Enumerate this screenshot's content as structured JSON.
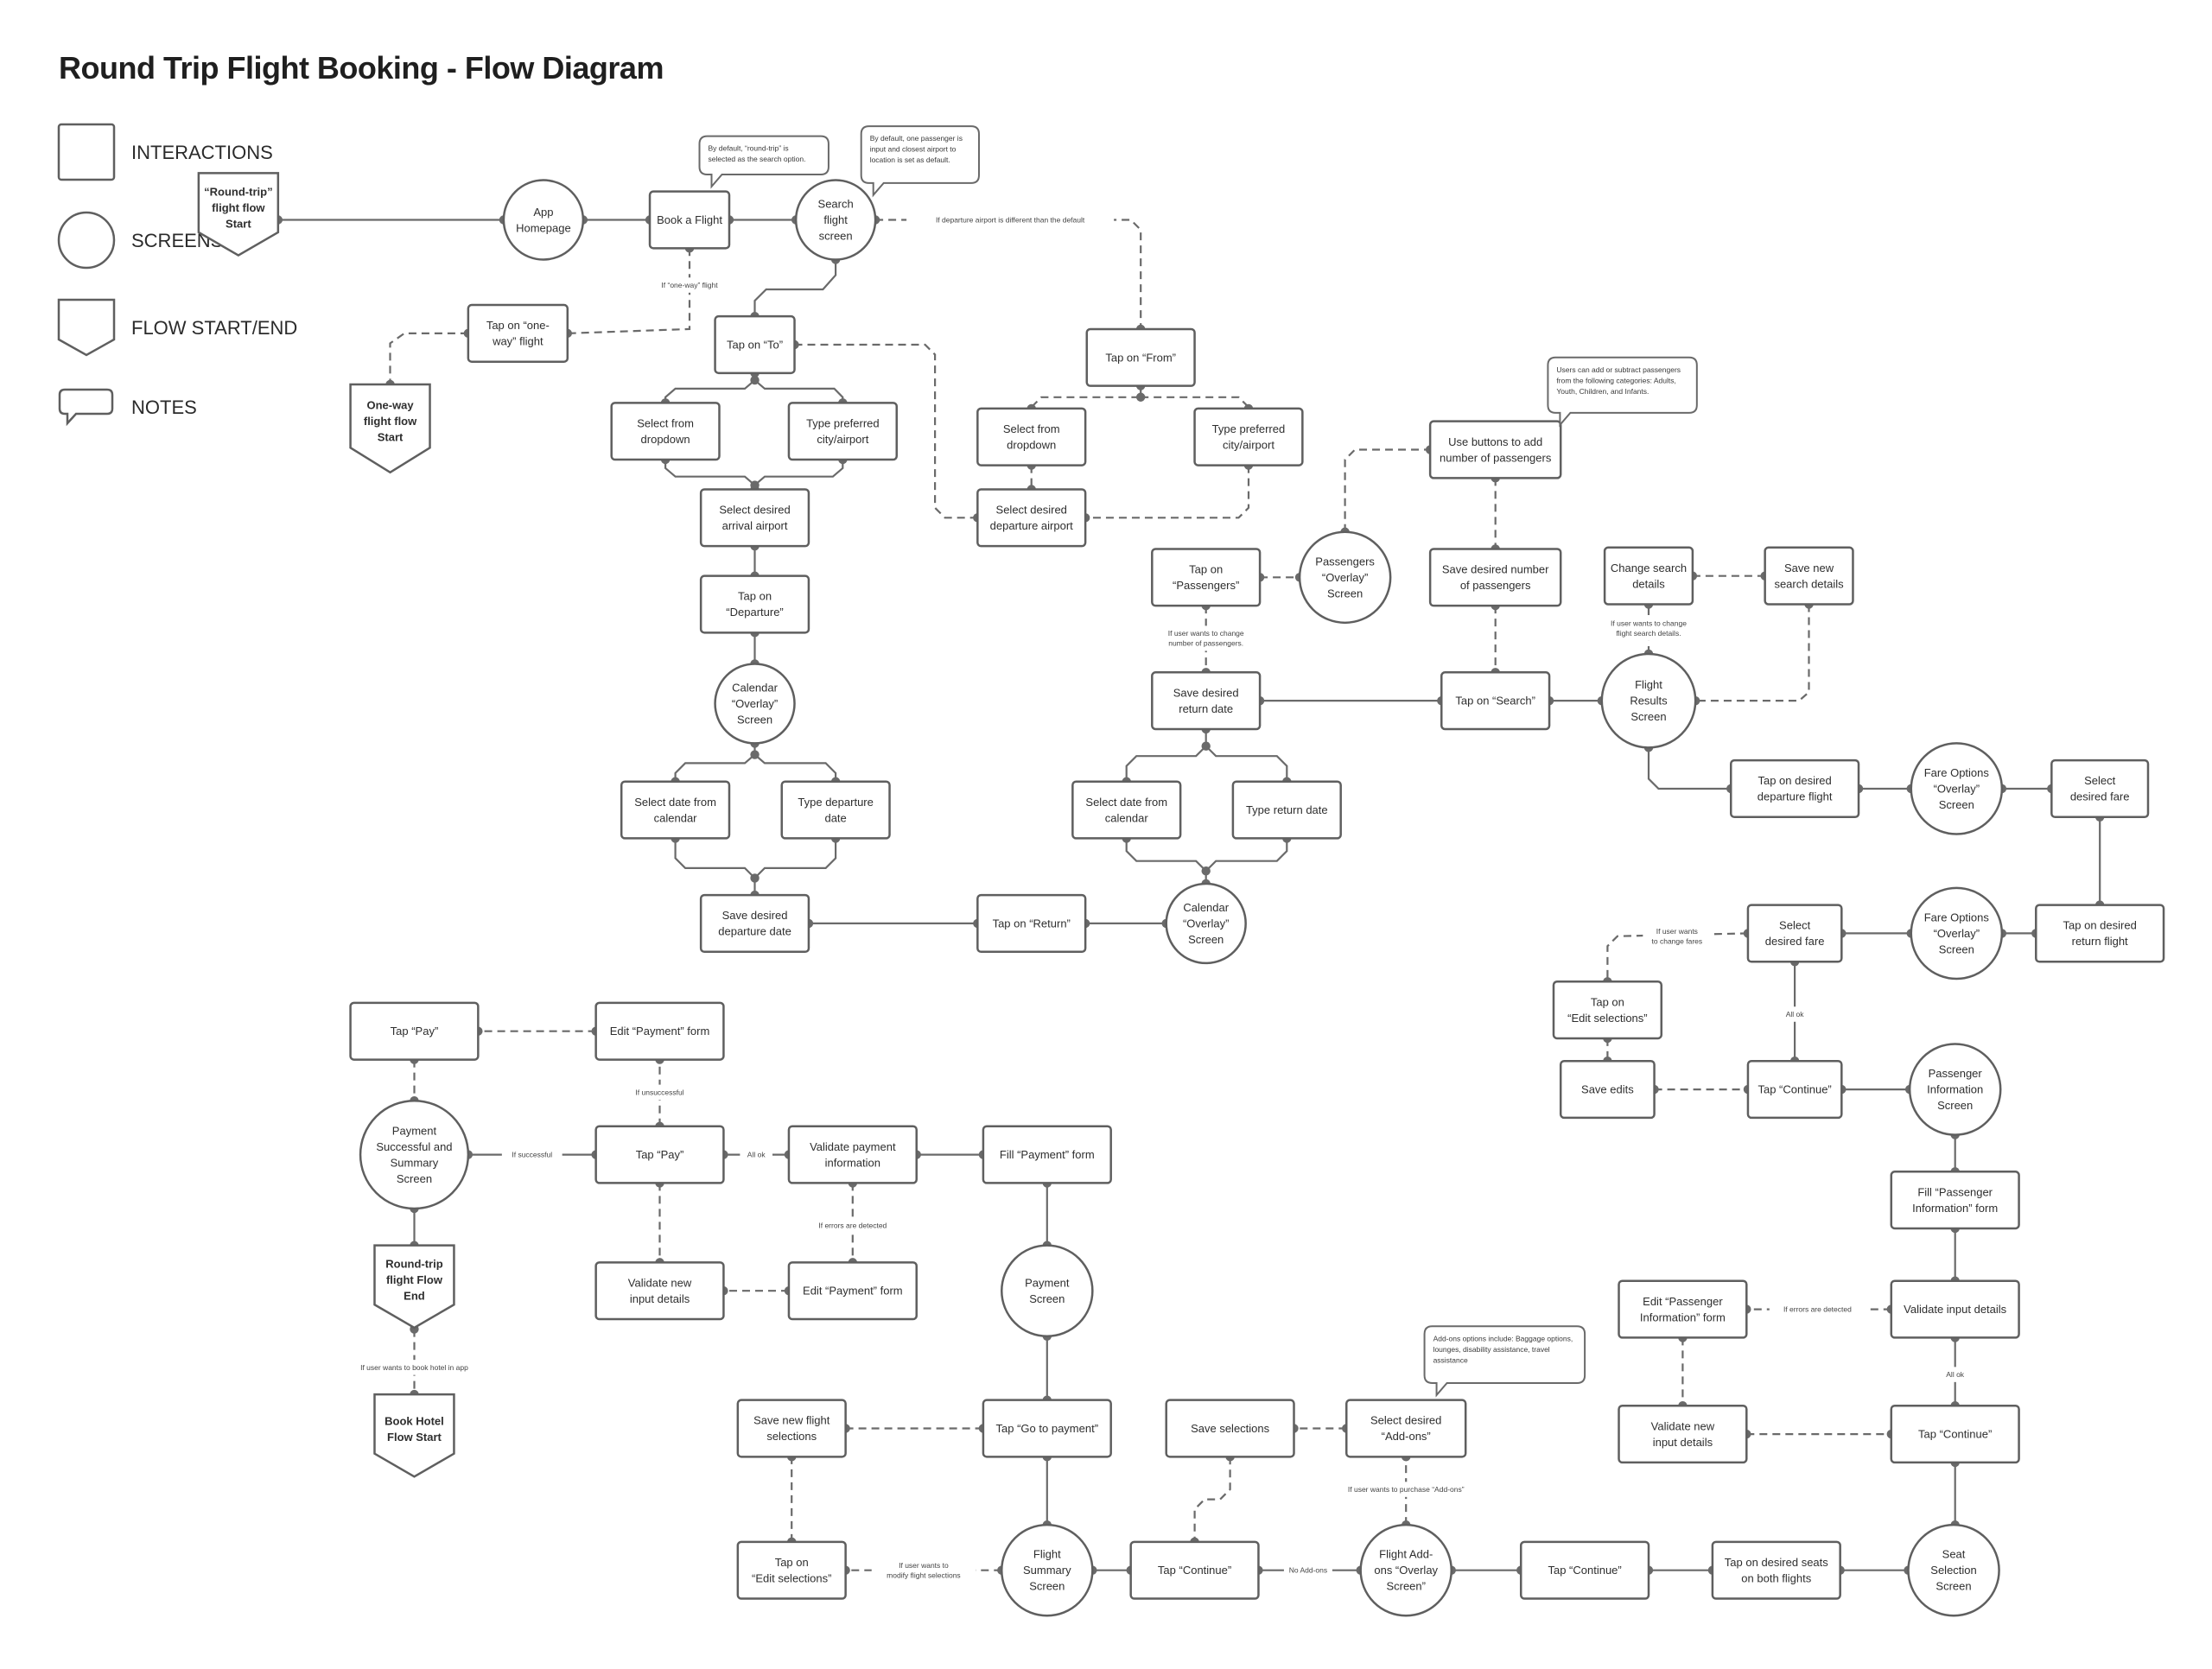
{
  "title": "Round Trip Flight Booking - Flow Diagram",
  "legend": [
    {
      "id": "interactions",
      "shape": "rect",
      "label": "INTERACTIONS"
    },
    {
      "id": "screens",
      "shape": "circle",
      "label": "SCREENS"
    },
    {
      "id": "flow-start-end",
      "shape": "pentagon",
      "label": "FLOW START/END"
    },
    {
      "id": "notes",
      "shape": "note",
      "label": "NOTES"
    }
  ],
  "nodes": [
    {
      "id": "rt_start",
      "type": "flow",
      "lines": [
        "“Round-trip”",
        "flight flow",
        "Start"
      ]
    },
    {
      "id": "app_home",
      "type": "screen",
      "lines": [
        "App",
        "Homepage"
      ]
    },
    {
      "id": "book_flight",
      "type": "action",
      "lines": [
        "Book a Flight"
      ]
    },
    {
      "id": "search_screen",
      "type": "screen",
      "lines": [
        "Search",
        "flight",
        "screen"
      ]
    },
    {
      "id": "tap_oneway",
      "type": "action",
      "lines": [
        "Tap on “one-",
        "way” flight"
      ]
    },
    {
      "id": "oneway_start",
      "type": "flow",
      "lines": [
        "One-way",
        "flight flow",
        "Start"
      ]
    },
    {
      "id": "tap_to",
      "type": "action",
      "lines": [
        "Tap on “To”"
      ]
    },
    {
      "id": "sel_dropdown_to",
      "type": "action",
      "lines": [
        "Select from",
        "dropdown"
      ]
    },
    {
      "id": "type_city_to",
      "type": "action",
      "lines": [
        "Type preferred",
        "city/airport"
      ]
    },
    {
      "id": "sel_arrival",
      "type": "action",
      "lines": [
        "Select desired",
        "arrival airport"
      ]
    },
    {
      "id": "tap_departure",
      "type": "action",
      "lines": [
        "Tap on",
        "“Departure”"
      ]
    },
    {
      "id": "calendar1",
      "type": "screen",
      "lines": [
        "Calendar",
        "“Overlay”",
        "Screen"
      ]
    },
    {
      "id": "sel_date_cal1",
      "type": "action",
      "lines": [
        "Select date from",
        "calendar"
      ]
    },
    {
      "id": "type_dep_date",
      "type": "action",
      "lines": [
        "Type departure",
        "date"
      ]
    },
    {
      "id": "save_dep_date",
      "type": "action",
      "lines": [
        "Save desired",
        "departure date"
      ]
    },
    {
      "id": "tap_return",
      "type": "action",
      "lines": [
        "Tap on “Return”"
      ]
    },
    {
      "id": "calendar2",
      "type": "screen",
      "lines": [
        "Calendar",
        "“Overlay”",
        "Screen"
      ]
    },
    {
      "id": "sel_date_cal2",
      "type": "action",
      "lines": [
        "Select date from",
        "calendar"
      ]
    },
    {
      "id": "type_ret_date",
      "type": "action",
      "lines": [
        "Type return date"
      ]
    },
    {
      "id": "save_ret_date",
      "type": "action",
      "lines": [
        "Save desired",
        "return date"
      ]
    },
    {
      "id": "tap_from",
      "type": "action",
      "lines": [
        "Tap on “From”"
      ]
    },
    {
      "id": "sel_dropdown_from",
      "type": "action",
      "lines": [
        "Select from",
        "dropdown"
      ]
    },
    {
      "id": "type_city_from",
      "type": "action",
      "lines": [
        "Type preferred",
        "city/airport"
      ]
    },
    {
      "id": "sel_dep_airport",
      "type": "action",
      "lines": [
        "Select desired",
        "departure airport"
      ]
    },
    {
      "id": "tap_passengers",
      "type": "action",
      "lines": [
        "Tap on",
        "“Passengers”"
      ]
    },
    {
      "id": "pass_overlay",
      "type": "screen",
      "lines": [
        "Passengers",
        "“Overlay”",
        "Screen"
      ]
    },
    {
      "id": "use_buttons",
      "type": "action",
      "lines": [
        "Use buttons to add",
        "number of passengers"
      ]
    },
    {
      "id": "save_num_pass",
      "type": "action",
      "lines": [
        "Save desired number",
        "of passengers"
      ]
    },
    {
      "id": "tap_search",
      "type": "action",
      "lines": [
        "Tap on “Search”"
      ]
    },
    {
      "id": "flight_results",
      "type": "screen",
      "lines": [
        "Flight",
        "Results",
        "Screen"
      ]
    },
    {
      "id": "change_search",
      "type": "action",
      "lines": [
        "Change search",
        "details"
      ]
    },
    {
      "id": "save_search",
      "type": "action",
      "lines": [
        "Save new",
        "search details"
      ]
    },
    {
      "id": "tap_dep_flight",
      "type": "action",
      "lines": [
        "Tap on desired",
        "departure flight"
      ]
    },
    {
      "id": "fare_opts1",
      "type": "screen",
      "lines": [
        "Fare Options",
        "“Overlay”",
        "Screen"
      ]
    },
    {
      "id": "sel_fare1",
      "type": "action",
      "lines": [
        "Select",
        "desired fare"
      ]
    },
    {
      "id": "tap_ret_flight",
      "type": "action",
      "lines": [
        "Tap on desired",
        "return flight"
      ]
    },
    {
      "id": "fare_opts2",
      "type": "screen",
      "lines": [
        "Fare Options",
        "“Overlay”",
        "Screen"
      ]
    },
    {
      "id": "sel_fare2",
      "type": "action",
      "lines": [
        "Select",
        "desired fare"
      ]
    },
    {
      "id": "tap_edit_sel1",
      "type": "action",
      "lines": [
        "Tap on",
        "“Edit selections”"
      ]
    },
    {
      "id": "save_edits",
      "type": "action",
      "lines": [
        "Save edits"
      ]
    },
    {
      "id": "tap_continue1",
      "type": "action",
      "lines": [
        "Tap “Continue”"
      ]
    },
    {
      "id": "pass_info_screen",
      "type": "screen",
      "lines": [
        "Passenger",
        "Information",
        "Screen"
      ]
    },
    {
      "id": "fill_pass_info",
      "type": "action",
      "lines": [
        "Fill “Passenger",
        "Information” form"
      ]
    },
    {
      "id": "validate_input",
      "type": "action",
      "lines": [
        "Validate input details"
      ]
    },
    {
      "id": "edit_pass_info",
      "type": "action",
      "lines": [
        "Edit “Passenger",
        "Information” form"
      ]
    },
    {
      "id": "validate_new_input2",
      "type": "action",
      "lines": [
        "Validate new",
        "input details"
      ]
    },
    {
      "id": "tap_continue2",
      "type": "action",
      "lines": [
        "Tap “Continue”"
      ]
    },
    {
      "id": "seat_screen",
      "type": "screen",
      "lines": [
        "Seat",
        "Selection",
        "Screen"
      ]
    },
    {
      "id": "tap_seats",
      "type": "action",
      "lines": [
        "Tap on desired seats",
        "on both flights"
      ]
    },
    {
      "id": "tap_continue3",
      "type": "action",
      "lines": [
        "Tap “Continue”"
      ]
    },
    {
      "id": "addons_screen",
      "type": "screen",
      "lines": [
        "Flight Add-",
        "ons “Overlay",
        "Screen”"
      ]
    },
    {
      "id": "sel_addons",
      "type": "action",
      "lines": [
        "Select desired",
        "“Add-ons”"
      ]
    },
    {
      "id": "save_selections",
      "type": "action",
      "lines": [
        "Save selections"
      ]
    },
    {
      "id": "tap_continue4",
      "type": "action",
      "lines": [
        "Tap “Continue”"
      ]
    },
    {
      "id": "flight_summary",
      "type": "screen",
      "lines": [
        "Flight",
        "Summary",
        "Screen"
      ]
    },
    {
      "id": "tap_edit_sel2",
      "type": "action",
      "lines": [
        "Tap on",
        "“Edit selections”"
      ]
    },
    {
      "id": "save_new_flight",
      "type": "action",
      "lines": [
        "Save new flight",
        "selections"
      ]
    },
    {
      "id": "tap_go_payment",
      "type": "action",
      "lines": [
        "Tap “Go to payment”"
      ]
    },
    {
      "id": "payment_screen",
      "type": "screen",
      "lines": [
        "Payment",
        "Screen"
      ]
    },
    {
      "id": "fill_payment",
      "type": "action",
      "lines": [
        "Fill “Payment” form"
      ]
    },
    {
      "id": "validate_payment",
      "type": "action",
      "lines": [
        "Validate payment",
        "information"
      ]
    },
    {
      "id": "edit_payment2",
      "type": "action",
      "lines": [
        "Edit “Payment” form"
      ]
    },
    {
      "id": "validate_new_input1",
      "type": "action",
      "lines": [
        "Validate new",
        "input details"
      ]
    },
    {
      "id": "tap_pay2",
      "type": "action",
      "lines": [
        "Tap “Pay”"
      ]
    },
    {
      "id": "edit_payment1",
      "type": "action",
      "lines": [
        "Edit “Payment” form"
      ]
    },
    {
      "id": "tap_pay1",
      "type": "action",
      "lines": [
        "Tap “Pay”"
      ]
    },
    {
      "id": "payment_success",
      "type": "screen",
      "lines": [
        "Payment",
        "Successful and",
        "Summary",
        "Screen"
      ]
    },
    {
      "id": "rt_end",
      "type": "flow",
      "lines": [
        "Round-trip",
        "flight Flow",
        "End"
      ]
    },
    {
      "id": "hotel_start",
      "type": "flow",
      "lines": [
        "Book Hotel",
        "Flow Start"
      ]
    }
  ],
  "edge_labels": {
    "oneway": "If “one-way” flight",
    "dep_airport": "If departure airport is different than the default",
    "change_pass": [
      "If user wants to change",
      "number of passengers."
    ],
    "change_search": [
      "If user wants to change",
      "flight search details."
    ],
    "change_fares": [
      "If user wants",
      "to change fares"
    ],
    "all_ok_1": "All ok",
    "errors_1": "If errors are detected",
    "all_ok_2": "All ok",
    "purchase_addons": "If user wants to purchase “Add-ons”",
    "no_addons": "No Add-ons",
    "modify_flight": [
      "If user wants to",
      "modify flight selections"
    ],
    "errors_2": "If errors are detected",
    "all_ok_3": "All ok",
    "unsuccessful": "If unsuccessful",
    "successful": "If successful",
    "book_hotel": "If user wants to book hotel in app"
  },
  "notes": {
    "roundtrip_default": [
      "By default, “round-trip” is",
      "selected as the search option."
    ],
    "passenger_default": [
      "By default, one passenger is",
      "input and closest airport to",
      "location is set as default."
    ],
    "passenger_categories": [
      "Users can add or subtract passengers",
      "from the following categories: Adults,",
      "Youth, Children, and Infants."
    ],
    "addons_options": [
      "Add-ons options include: Baggage options,",
      "lounges, disability assistance, travel",
      "assistance"
    ]
  }
}
